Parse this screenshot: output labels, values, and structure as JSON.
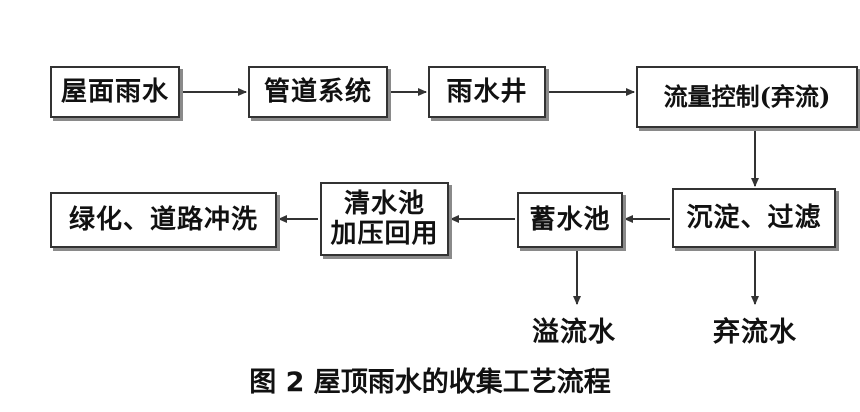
{
  "flow": {
    "row1": {
      "roof_rainwater": "屋面雨水",
      "pipe_system": "管道系统",
      "rain_well": "雨水井",
      "flow_control": "流量控制(弃流)"
    },
    "row2": {
      "sedimentation_filtration": "沉淀、过滤",
      "storage_tank": "蓄水池",
      "clear_water_tank_line1": "清水池",
      "clear_water_tank_line2": "加压回用",
      "greening_road_flushing": "绿化、道路冲洗"
    },
    "outlets": {
      "overflow_water": "溢流水",
      "discarded_flow_water": "弃流水"
    }
  },
  "caption": "图 2  屋顶雨水的收集工艺流程"
}
